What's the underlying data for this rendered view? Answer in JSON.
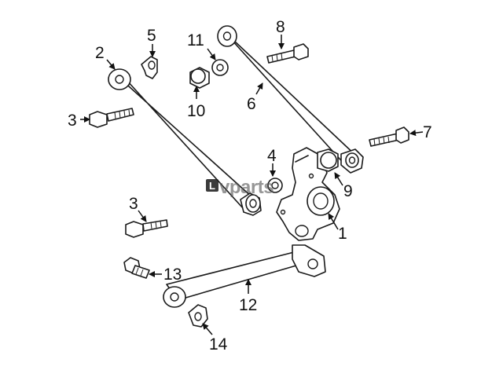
{
  "watermark": {
    "badge_letter": "L",
    "text": "vparts"
  },
  "callouts": [
    {
      "id": "c1",
      "label": "1"
    },
    {
      "id": "c2",
      "label": "2"
    },
    {
      "id": "c3a",
      "label": "3"
    },
    {
      "id": "c3b",
      "label": "3"
    },
    {
      "id": "c4",
      "label": "4"
    },
    {
      "id": "c5",
      "label": "5"
    },
    {
      "id": "c6",
      "label": "6"
    },
    {
      "id": "c7",
      "label": "7"
    },
    {
      "id": "c8",
      "label": "8"
    },
    {
      "id": "c9",
      "label": "9"
    },
    {
      "id": "c10",
      "label": "10"
    },
    {
      "id": "c11",
      "label": "11"
    },
    {
      "id": "c12",
      "label": "12"
    },
    {
      "id": "c13",
      "label": "13"
    },
    {
      "id": "c14",
      "label": "14"
    }
  ],
  "colors": {
    "line": "#1a1a1a",
    "background": "#ffffff",
    "watermark": "#555555"
  }
}
